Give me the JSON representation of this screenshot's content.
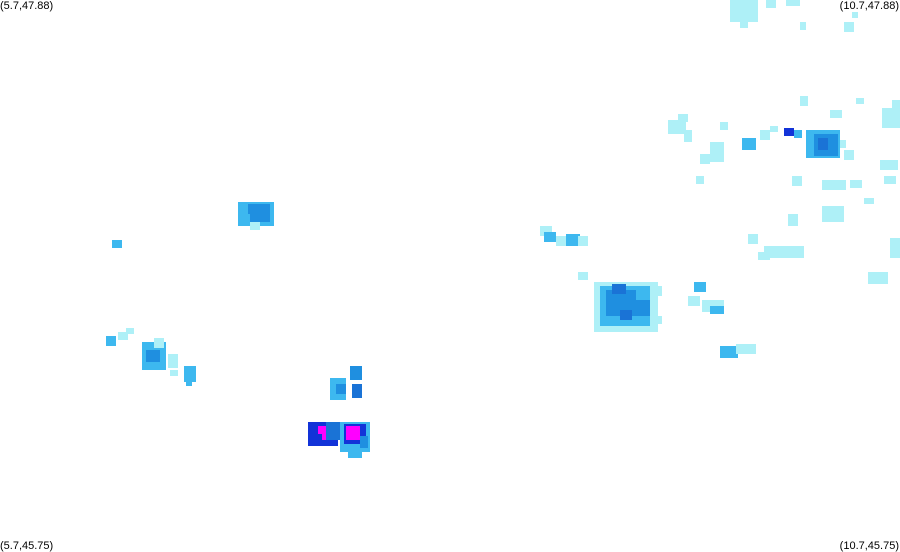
{
  "map": {
    "corner_labels": {
      "top_left": "(5.7,47.88)",
      "top_right": "(10.7,47.88)",
      "bottom_left": "(5.7,45.75)",
      "bottom_right": "(10.7,45.75)"
    },
    "palette": {
      "very_light": "#aef0f7",
      "light": "#3db8ef",
      "medium": "#1f8fe0",
      "dark": "#1a73d6",
      "deep": "#1233d8",
      "magenta": "#ff00ff"
    }
  }
}
